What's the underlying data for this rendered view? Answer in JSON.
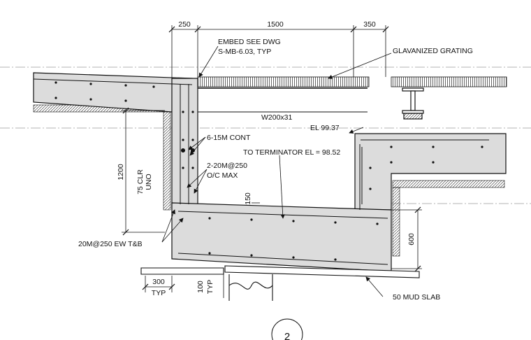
{
  "dimensions": {
    "top_left": "250",
    "top_mid": "1500",
    "top_right": "350",
    "height_1200": "1200",
    "clr_75": "75 CLR",
    "uno": "UNO",
    "d_150": "150",
    "d_600": "600",
    "d_300": "300",
    "typ_left": "TYP",
    "d_100": "100",
    "typ_bottom": "TYP"
  },
  "callouts": {
    "embed_1": "EMBED SEE DWG",
    "embed_2": "S-MB-6.03, TYP",
    "grating": "GLAVANIZED GRATING",
    "beam": "W200x31",
    "elevation": "EL 99.37",
    "cont": "6-15M CONT",
    "terminator": "TO TERMINATOR EL = 98.52",
    "bars_1": "2-20M@250",
    "bars_2": "O/C MAX",
    "ew": "20M@250 EW T&B",
    "mud_slab": "50 MUD SLAB"
  },
  "section_marker": "2",
  "colors": {
    "concrete": "#dcdcdc",
    "linework": "#111111",
    "centerline": "#9a9a9a"
  }
}
